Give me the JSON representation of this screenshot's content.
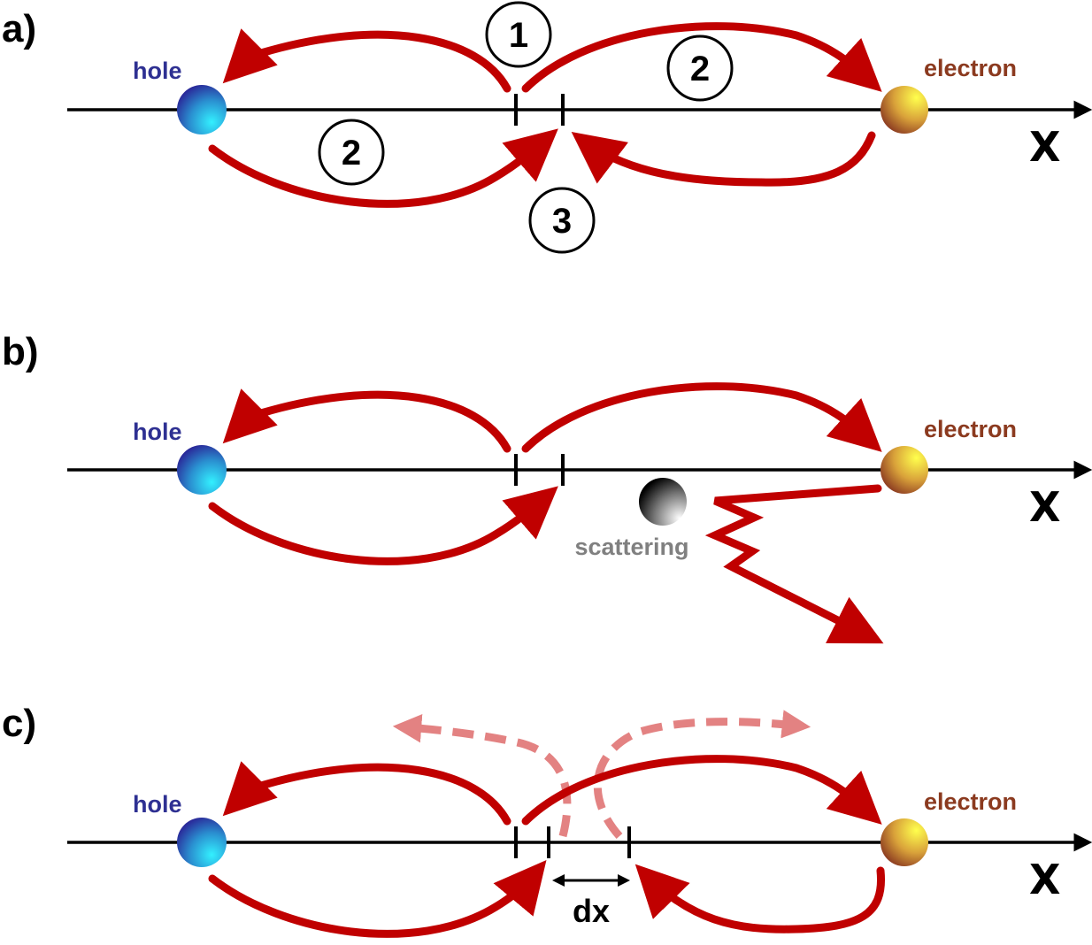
{
  "panels": {
    "a": {
      "label": "a)",
      "hole_label": "hole",
      "electron_label": "electron",
      "axis_label": "X"
    },
    "b": {
      "label": "b)",
      "hole_label": "hole",
      "electron_label": "electron",
      "axis_label": "X",
      "scattering_label": "scattering"
    },
    "c": {
      "label": "c)",
      "hole_label": "hole",
      "electron_label": "electron",
      "axis_label": "X",
      "dx_label": "dx"
    }
  },
  "steps": {
    "one": "1",
    "two": "2",
    "three": "3"
  },
  "colors": {
    "arrow": "#c00000",
    "dashed_arrow": "#e38282",
    "hole_label": "#2e3092",
    "electron_label": "#8b3a1f",
    "scattering_label": "#808080",
    "axis": "#000000"
  },
  "icons": {
    "hole": "blue-cyan-sphere",
    "electron": "yellow-brown-sphere",
    "scatterer": "black-white-sphere"
  }
}
